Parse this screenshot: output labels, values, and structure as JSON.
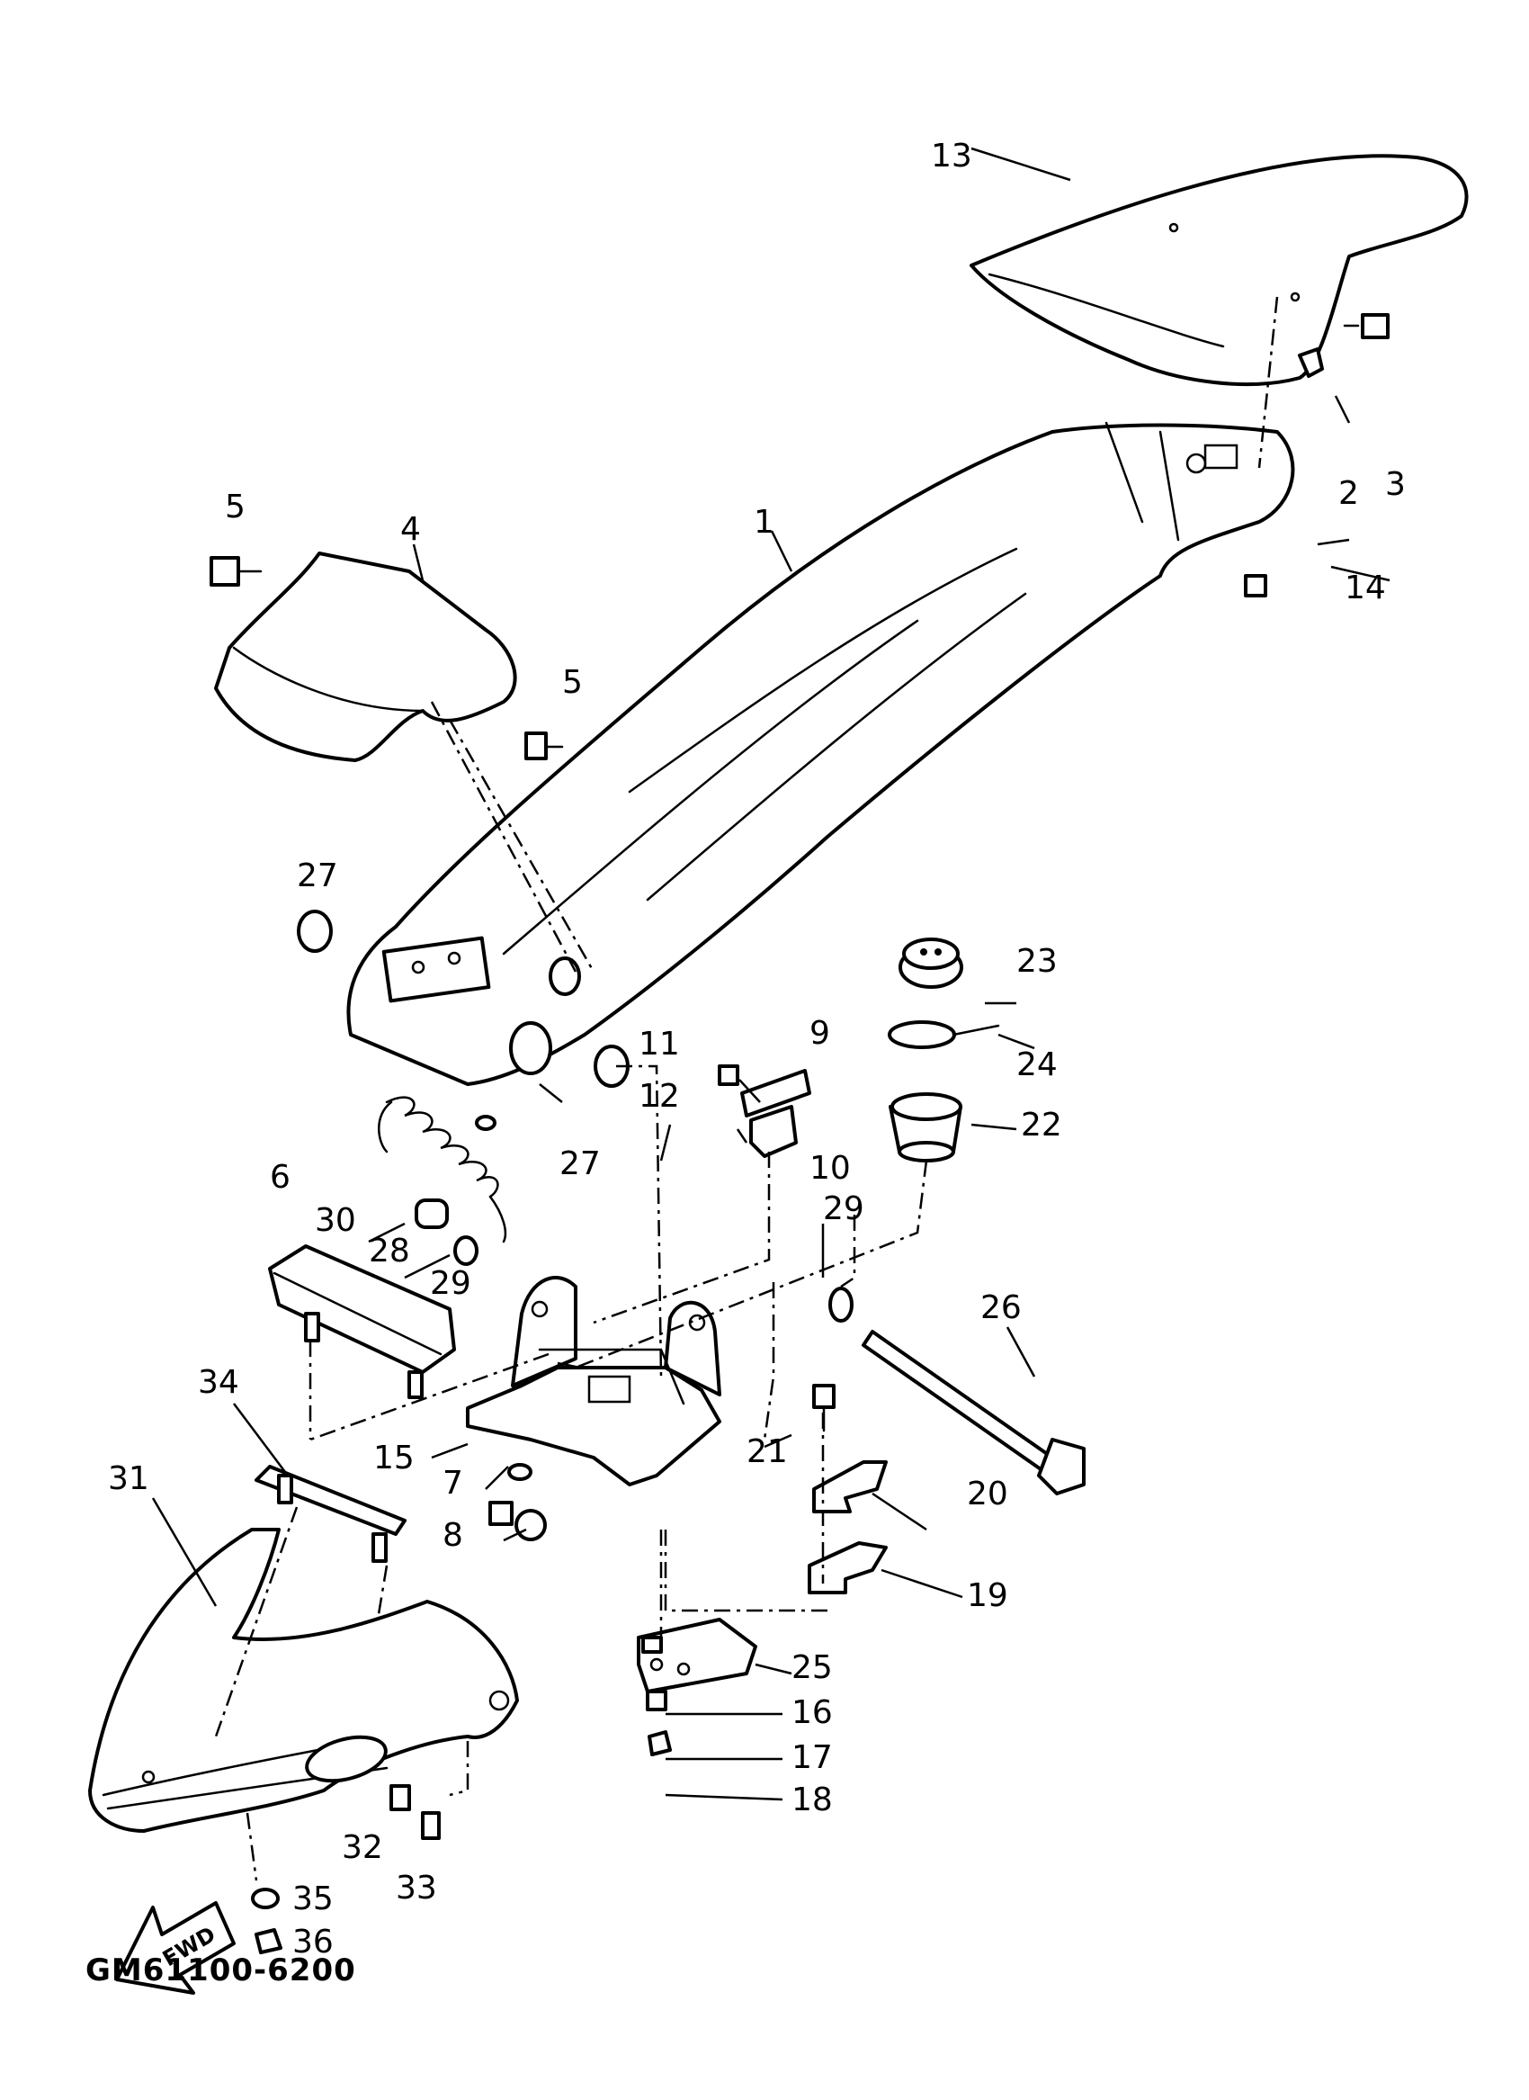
{
  "ref_code": "GM61100-6200",
  "fwd_label": "FWD",
  "callouts": [
    "1",
    "2",
    "3",
    "4",
    "5",
    "5",
    "6",
    "7",
    "8",
    "9",
    "10",
    "11",
    "12",
    "13",
    "14",
    "15",
    "16",
    "17",
    "18",
    "19",
    "20",
    "21",
    "22",
    "23",
    "24",
    "25",
    "26",
    "27",
    "27",
    "28",
    "29",
    "29",
    "30",
    "31",
    "32",
    "33",
    "34",
    "35",
    "36"
  ]
}
